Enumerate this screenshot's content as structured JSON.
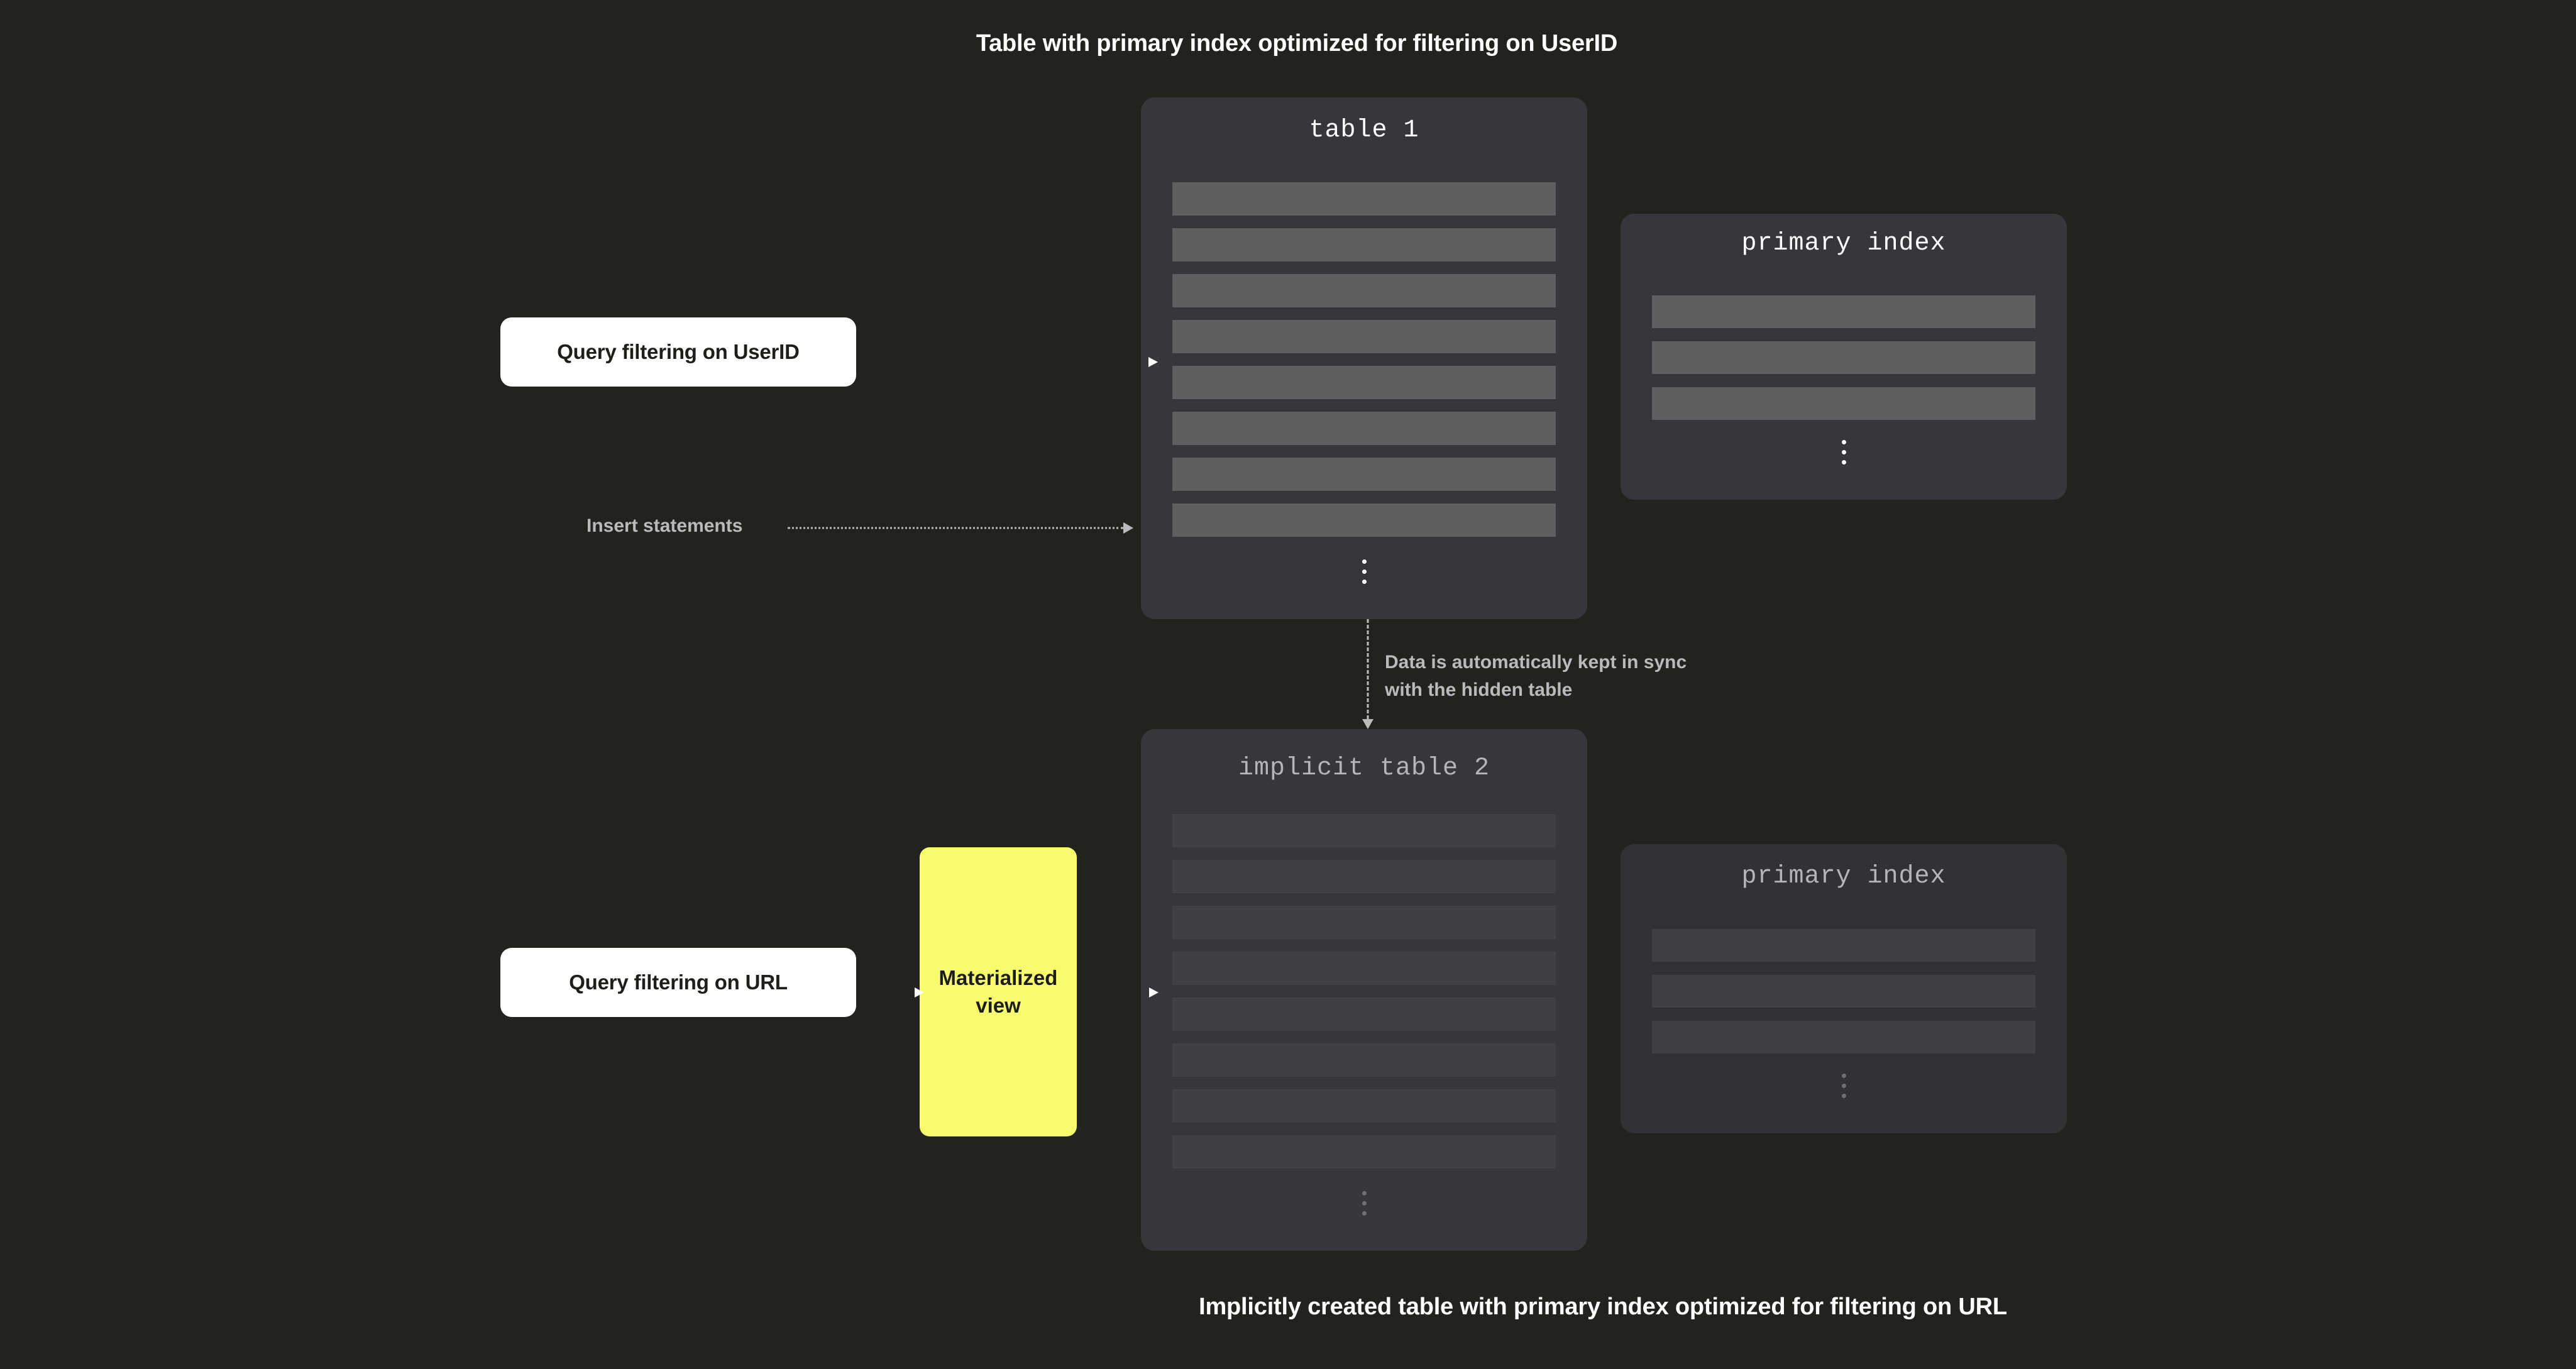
{
  "captions": {
    "top": "Table with primary index optimized for filtering on UserID",
    "bottom": "Implicitly created table with primary index optimized for filtering on URL"
  },
  "colors": {
    "background": "#22231e",
    "card": "#37363a",
    "card_dim": "#323235",
    "row_bar": "#605f5f",
    "row_bar_dim": "#414144",
    "accent_yellow": "#f9fb6e",
    "query_box": "#ffffff",
    "muted_text": "#b8babc",
    "arrow": "#ffffff"
  },
  "table1": {
    "title": "table 1",
    "row_count": 8,
    "ellipsis": "vertical-ellipsis"
  },
  "primary_index_top": {
    "title": "primary index",
    "row_count": 3,
    "ellipsis": "vertical-ellipsis"
  },
  "table2": {
    "title": "implicit table 2",
    "row_count": 8,
    "ellipsis": "vertical-ellipsis"
  },
  "primary_index_bottom": {
    "title": "primary index",
    "row_count": 3,
    "ellipsis": "vertical-ellipsis"
  },
  "queries": {
    "userid": "Query filtering on UserID",
    "url": "Query filtering on URL"
  },
  "materialized_view": {
    "label": "Materialized view"
  },
  "connectors": {
    "insert_label": "Insert statements",
    "sync_label": "Data is automatically kept in sync\nwith the hidden table"
  }
}
